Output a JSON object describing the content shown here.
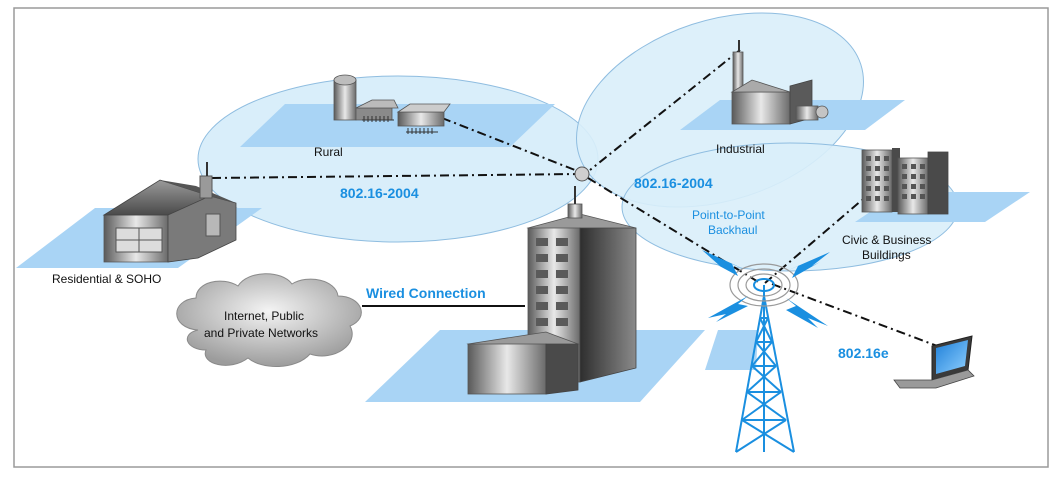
{
  "labels": {
    "rural": "Rural",
    "industrial": "Industrial",
    "residential": "Residential & SOHO",
    "standard_left": "802.16-2004",
    "standard_right": "802.16-2004",
    "ptp_line1": "Point-to-Point",
    "ptp_line2": "Backhaul",
    "civic_line1": "Civic & Business",
    "civic_line2": "Buildings",
    "wired": "Wired Connection",
    "cloud_line1": "Internet, Public",
    "cloud_line2": "and Private Networks",
    "mobile": "802.16e"
  },
  "colors": {
    "accent": "#1a8fe0",
    "coverage": "#d9eefa",
    "ground": "#a9d4f5",
    "frame": "#9a9a9a"
  }
}
